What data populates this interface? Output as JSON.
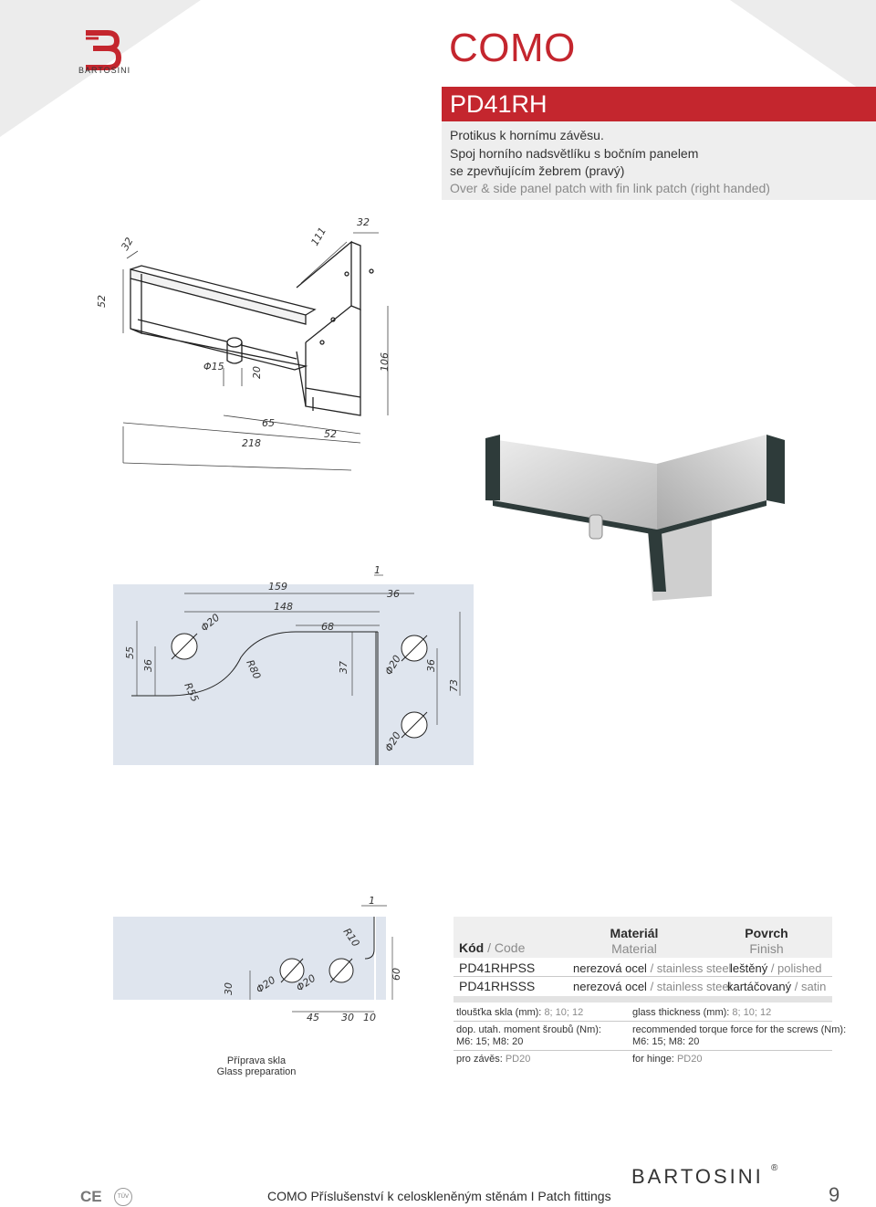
{
  "brand": {
    "logo_text": "BARTOSINI",
    "accent_color": "#c4262e"
  },
  "series_name": "COMO",
  "product": {
    "code": "PD41RH",
    "desc_cs_1": "Protikus k hornímu závěsu.",
    "desc_cs_2": "Spoj horního nadsvětlíku s bočním panelem",
    "desc_cs_3": "se zpevňujícím žebrem (pravý)",
    "desc_en": "Over & side panel patch with fin link patch (right handed)"
  },
  "drawing_top": {
    "dims": [
      "32",
      "111",
      "32",
      "52",
      "Φ15",
      "20",
      "106",
      "65",
      "52",
      "218"
    ]
  },
  "drawing_mid": {
    "dims": [
      "1",
      "159",
      "148",
      "36",
      "68",
      "Φ20",
      "55",
      "36",
      "R55",
      "R80",
      "37",
      "Φ20",
      "36",
      "73",
      "Φ20"
    ]
  },
  "glass_prep": {
    "dims": [
      "1",
      "R10",
      "30",
      "Φ20",
      "Φ20",
      "60",
      "45",
      "30",
      "10"
    ],
    "label_cs": "Příprava skla",
    "label_en": "Glass preparation"
  },
  "table": {
    "col_code_cs": "Kód",
    "col_code_sep": " / ",
    "col_code_en": "Code",
    "col_material_cs": "Materiál",
    "col_material_en": "Material",
    "col_finish_cs": "Povrch",
    "col_finish_en": "Finish",
    "rows": [
      {
        "code": "PD41RHPSS",
        "material_cs": "nerezová ocel",
        "material_en": "stainless steel",
        "finish_cs": "leštěný",
        "finish_en": "polished"
      },
      {
        "code": "PD41RHSSS",
        "material_cs": "nerezová ocel",
        "material_en": "stainless steel",
        "finish_cs": "kartáčovaný",
        "finish_en": "satin"
      }
    ]
  },
  "specs": {
    "thickness_cs_label": "tloušťka skla (mm):",
    "thickness_cs_value": "8; 10; 12",
    "thickness_en_label": "glass thickness (mm):",
    "thickness_en_value": "8; 10; 12",
    "torque_cs_label": "dop. utah. moment šroubů (Nm):",
    "torque_cs_value": "M6: 15; M8: 20",
    "torque_en_label": "recommended torque force for the screws (Nm):",
    "torque_en_value": "M6: 15; M8: 20",
    "hinge_cs_label": "pro závěs:",
    "hinge_cs_value": "PD20",
    "hinge_en_label": "for hinge:",
    "hinge_en_value": "PD20"
  },
  "footer": {
    "text": "COMO Příslušenství k celoskleněným stěnám I Patch fittings",
    "page_number": "9",
    "ce_mark": "CE",
    "tuv_mark": "TÜV",
    "brand": "BARTOSINI",
    "registered": "®"
  }
}
